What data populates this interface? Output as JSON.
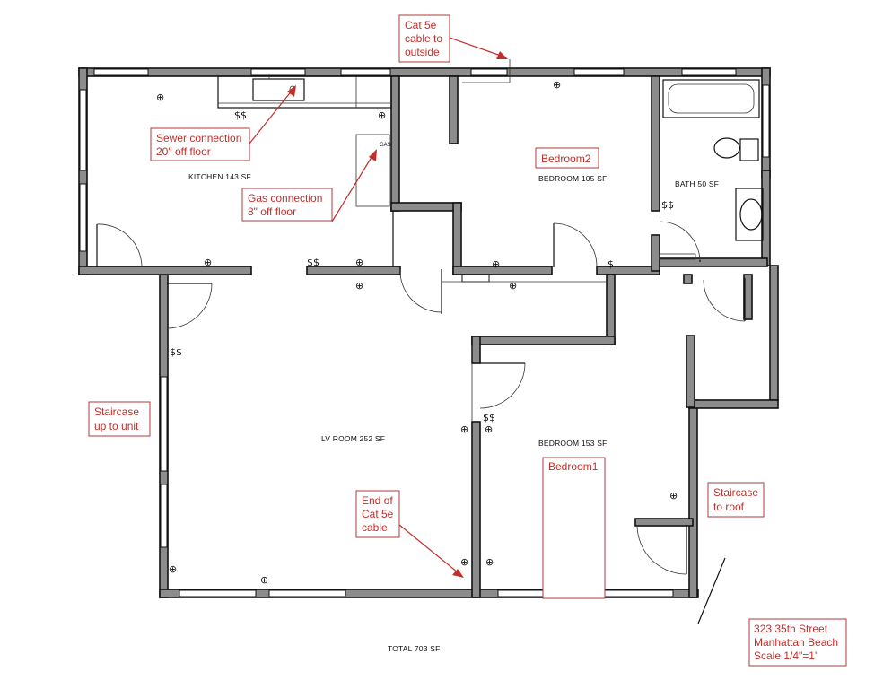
{
  "rooms": {
    "kitchen": "KITCHEN 143 SF",
    "bedroom2": "BEDROOM 105 SF",
    "bath": "BATH 50 SF",
    "living": "LV ROOM 252 SF",
    "bedroom1": "BEDROOM 153 SF",
    "total": "TOTAL 703 SF"
  },
  "fixtures": {
    "gas_tag": "GAS"
  },
  "annotations": {
    "cat5e_outside": [
      "Cat 5e",
      "cable to",
      "outside"
    ],
    "sewer": [
      "Sewer connection",
      "20\" off floor"
    ],
    "gas": [
      "Gas connection",
      "8\" off floor"
    ],
    "bedroom2": [
      "Bedroom2"
    ],
    "bedroom1": [
      "Bedroom1"
    ],
    "staircase_unit": [
      "Staircase",
      "up to unit"
    ],
    "staircase_roof": [
      "Staircase",
      "to roof"
    ],
    "cat5e_end": [
      "End of",
      "Cat 5e",
      "cable"
    ],
    "address": [
      "323 35th Street",
      "Manhattan Beach",
      "Scale 1/4\"=1'"
    ]
  },
  "symbols": {
    "outlet": "⊕",
    "switch": "$",
    "double_switch": "$$"
  },
  "colors": {
    "annotation": "#c0302b",
    "wall_fill": "#8c8c8c"
  }
}
